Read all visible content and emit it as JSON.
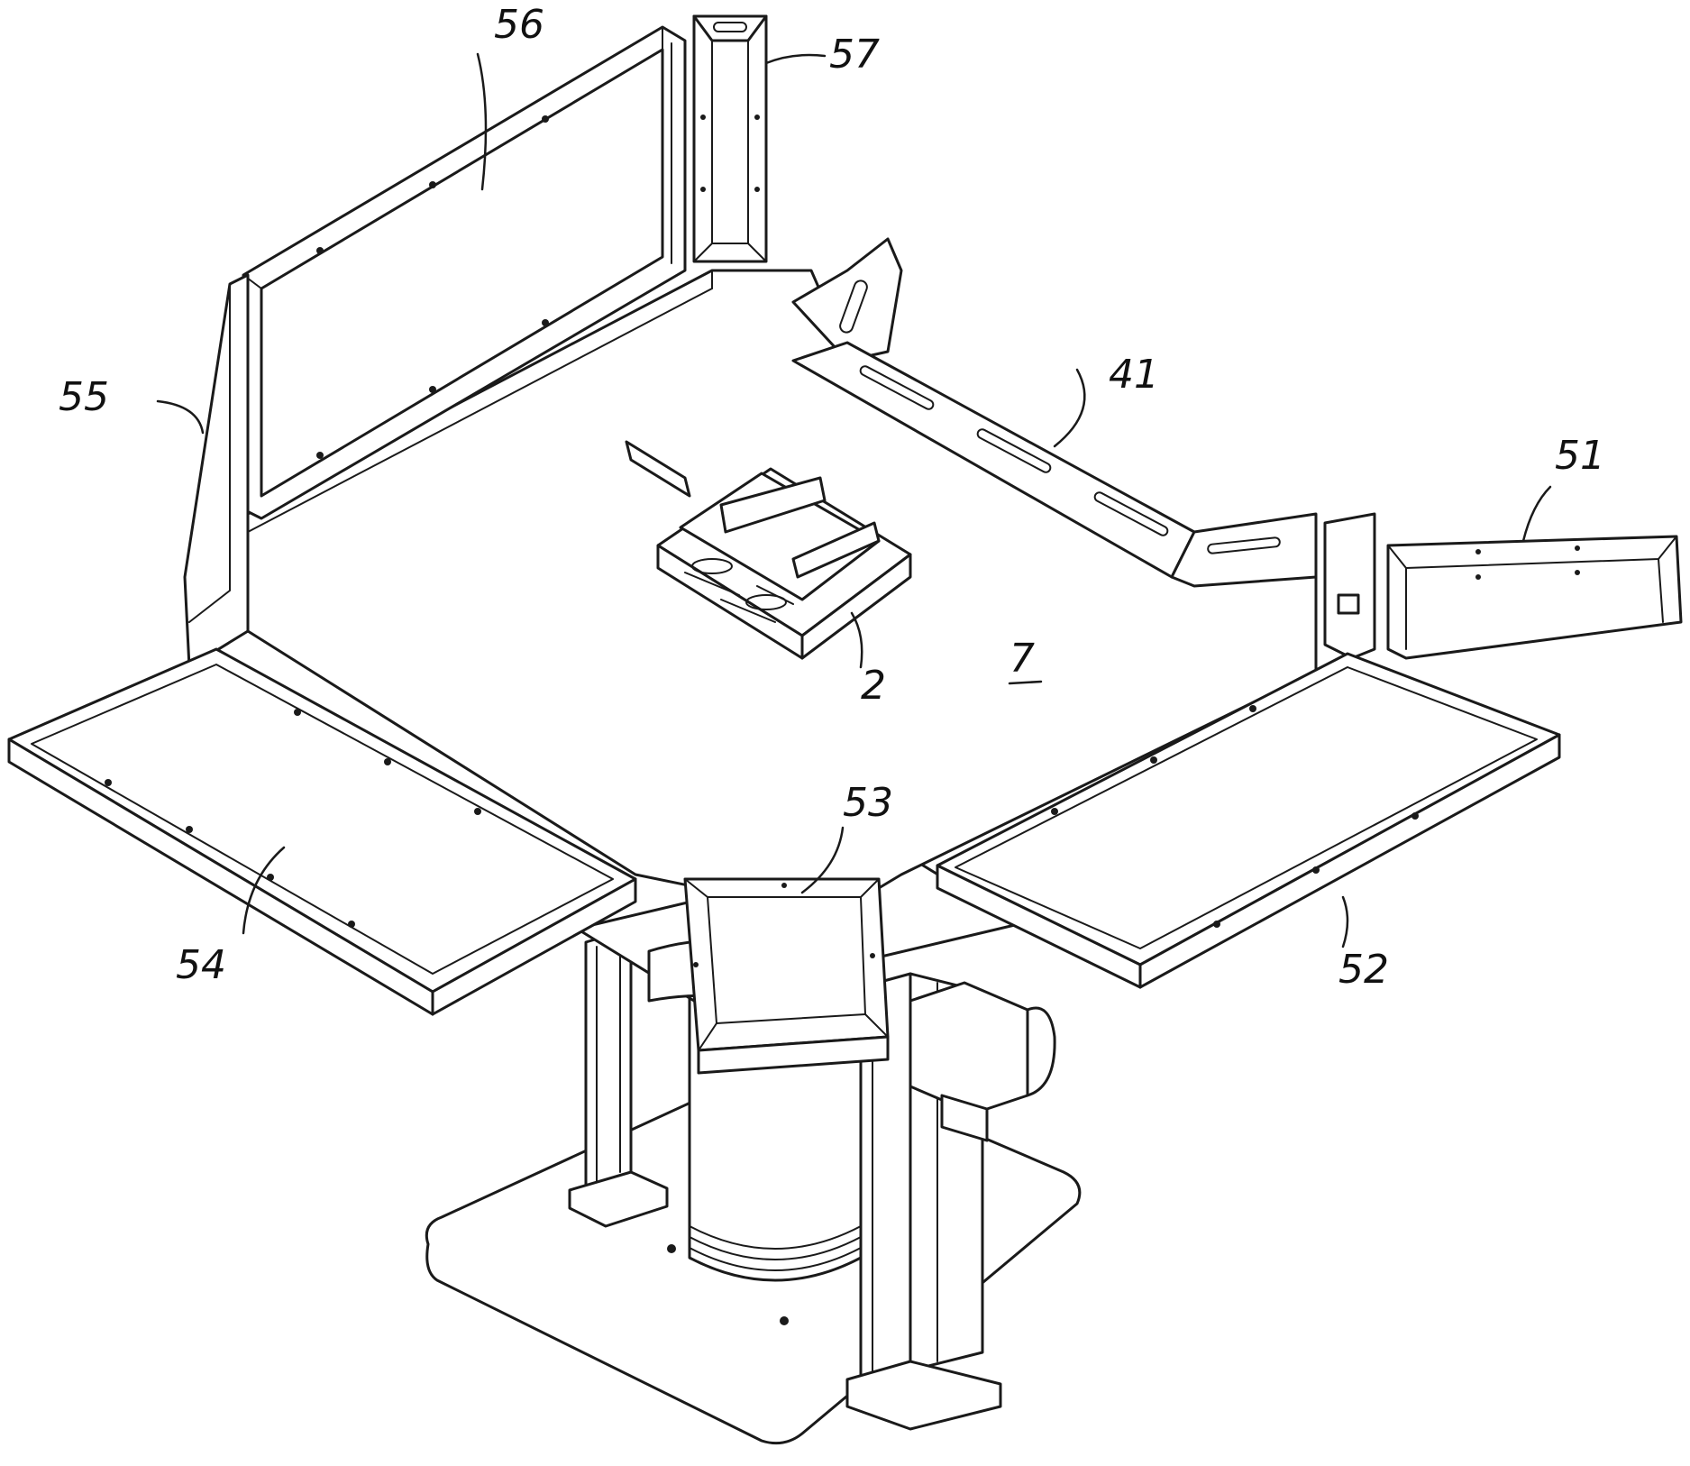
{
  "labels": {
    "l56": "56",
    "l57": "57",
    "l55": "55",
    "l41": "41",
    "l51": "51",
    "l7": "7",
    "l2": "2",
    "l53": "53",
    "l54": "54",
    "l52": "52"
  },
  "colors": {
    "ink": "#1a1a1a",
    "paper": "#ffffff"
  }
}
